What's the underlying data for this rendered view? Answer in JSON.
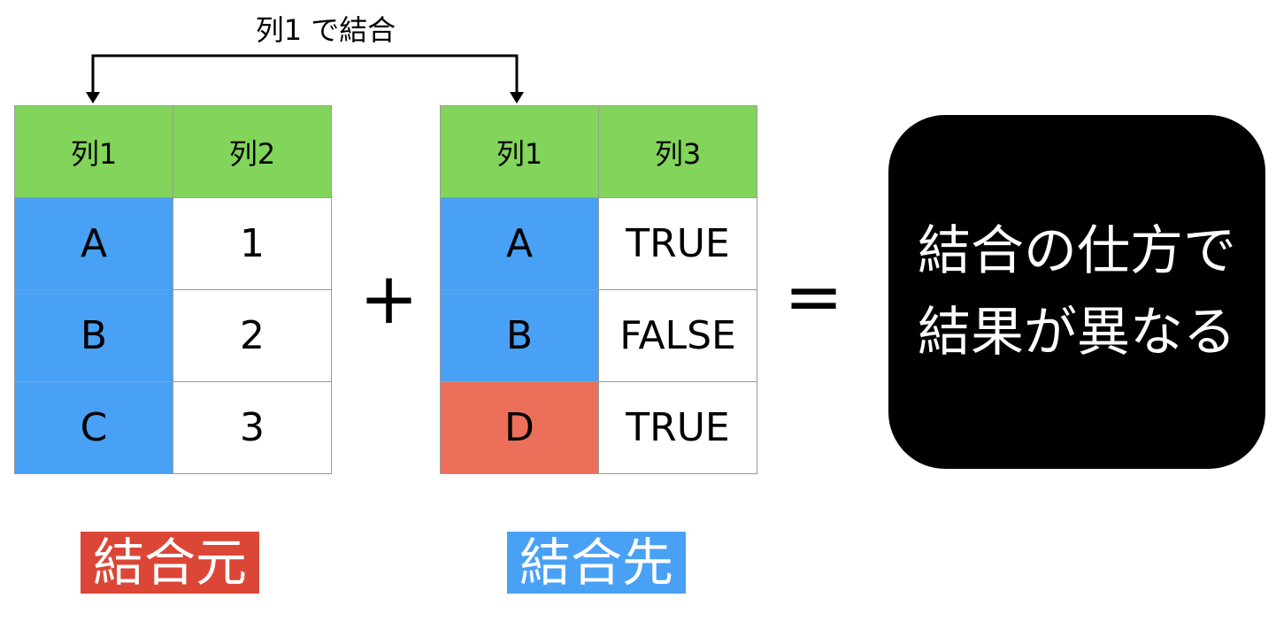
{
  "join_label": "列1 で結合",
  "source_table": {
    "headers": [
      "列1",
      "列2"
    ],
    "rows": [
      [
        "A",
        "1"
      ],
      [
        "B",
        "2"
      ],
      [
        "C",
        "3"
      ]
    ]
  },
  "target_table": {
    "headers": [
      "列1",
      "列3"
    ],
    "rows": [
      [
        "A",
        "TRUE"
      ],
      [
        "B",
        "FALSE"
      ],
      [
        "D",
        "TRUE"
      ]
    ]
  },
  "operators": {
    "plus": "+",
    "equals": "="
  },
  "result": {
    "line1": "結合の仕方で",
    "line2": "結果が異なる"
  },
  "labels": {
    "source": "結合元",
    "target": "結合先"
  },
  "colors": {
    "header": "#82d45a",
    "key_match": "#48a1f5",
    "key_unmatched": "#ec7059",
    "source_tag": "#dc4636",
    "target_tag": "#48a1f5",
    "result_box": "#000000"
  }
}
